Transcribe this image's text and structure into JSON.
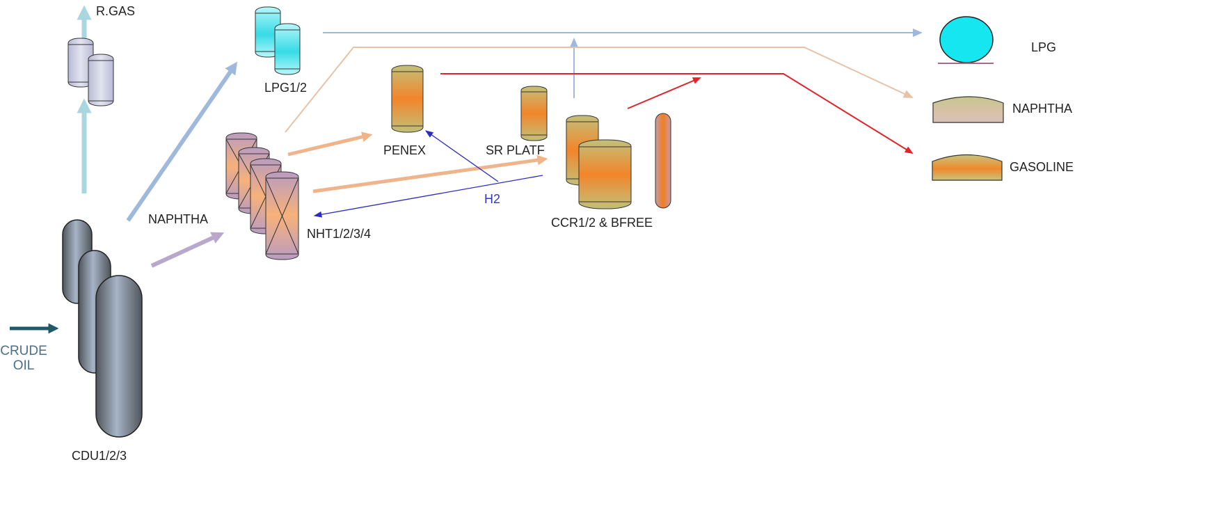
{
  "labels": {
    "rgas": "R.GAS",
    "lpg12": "LPG1/2",
    "naphtha_feed": "NAPHTHA",
    "crude_line1": "CRUDE",
    "crude_line2": "OIL",
    "cdu": "CDU1/2/3",
    "nht": "NHT1/2/3/4",
    "penex": "PENEX",
    "sr_platf": "SR PLATF",
    "h2": "H2",
    "ccr": "CCR1/2 & BFREE",
    "lpg_product": "LPG",
    "naphtha_product": "NAPHTHA",
    "gasoline_product": "GASOLINE"
  },
  "colors": {
    "rgas_stream": "#a9d6df",
    "lpg_stream": "#9fb9dd",
    "naphtha_stream": "#b7a8cc",
    "light_naphtha_stream": "#efb48a",
    "naphtha_product_stream": "#e6c2a6",
    "gasoline_stream": "#e0242a",
    "hydrogen_stream": "#2c2cc4",
    "crude_stream": "#1f5a66",
    "cdu_vessel": "#8f979f",
    "lpg_vessel": "#3fe0ea",
    "penex_vessel": "#f18a2a",
    "nht_vessel": "#c9a6bd",
    "lpg_sphere": "#16e6f0"
  }
}
